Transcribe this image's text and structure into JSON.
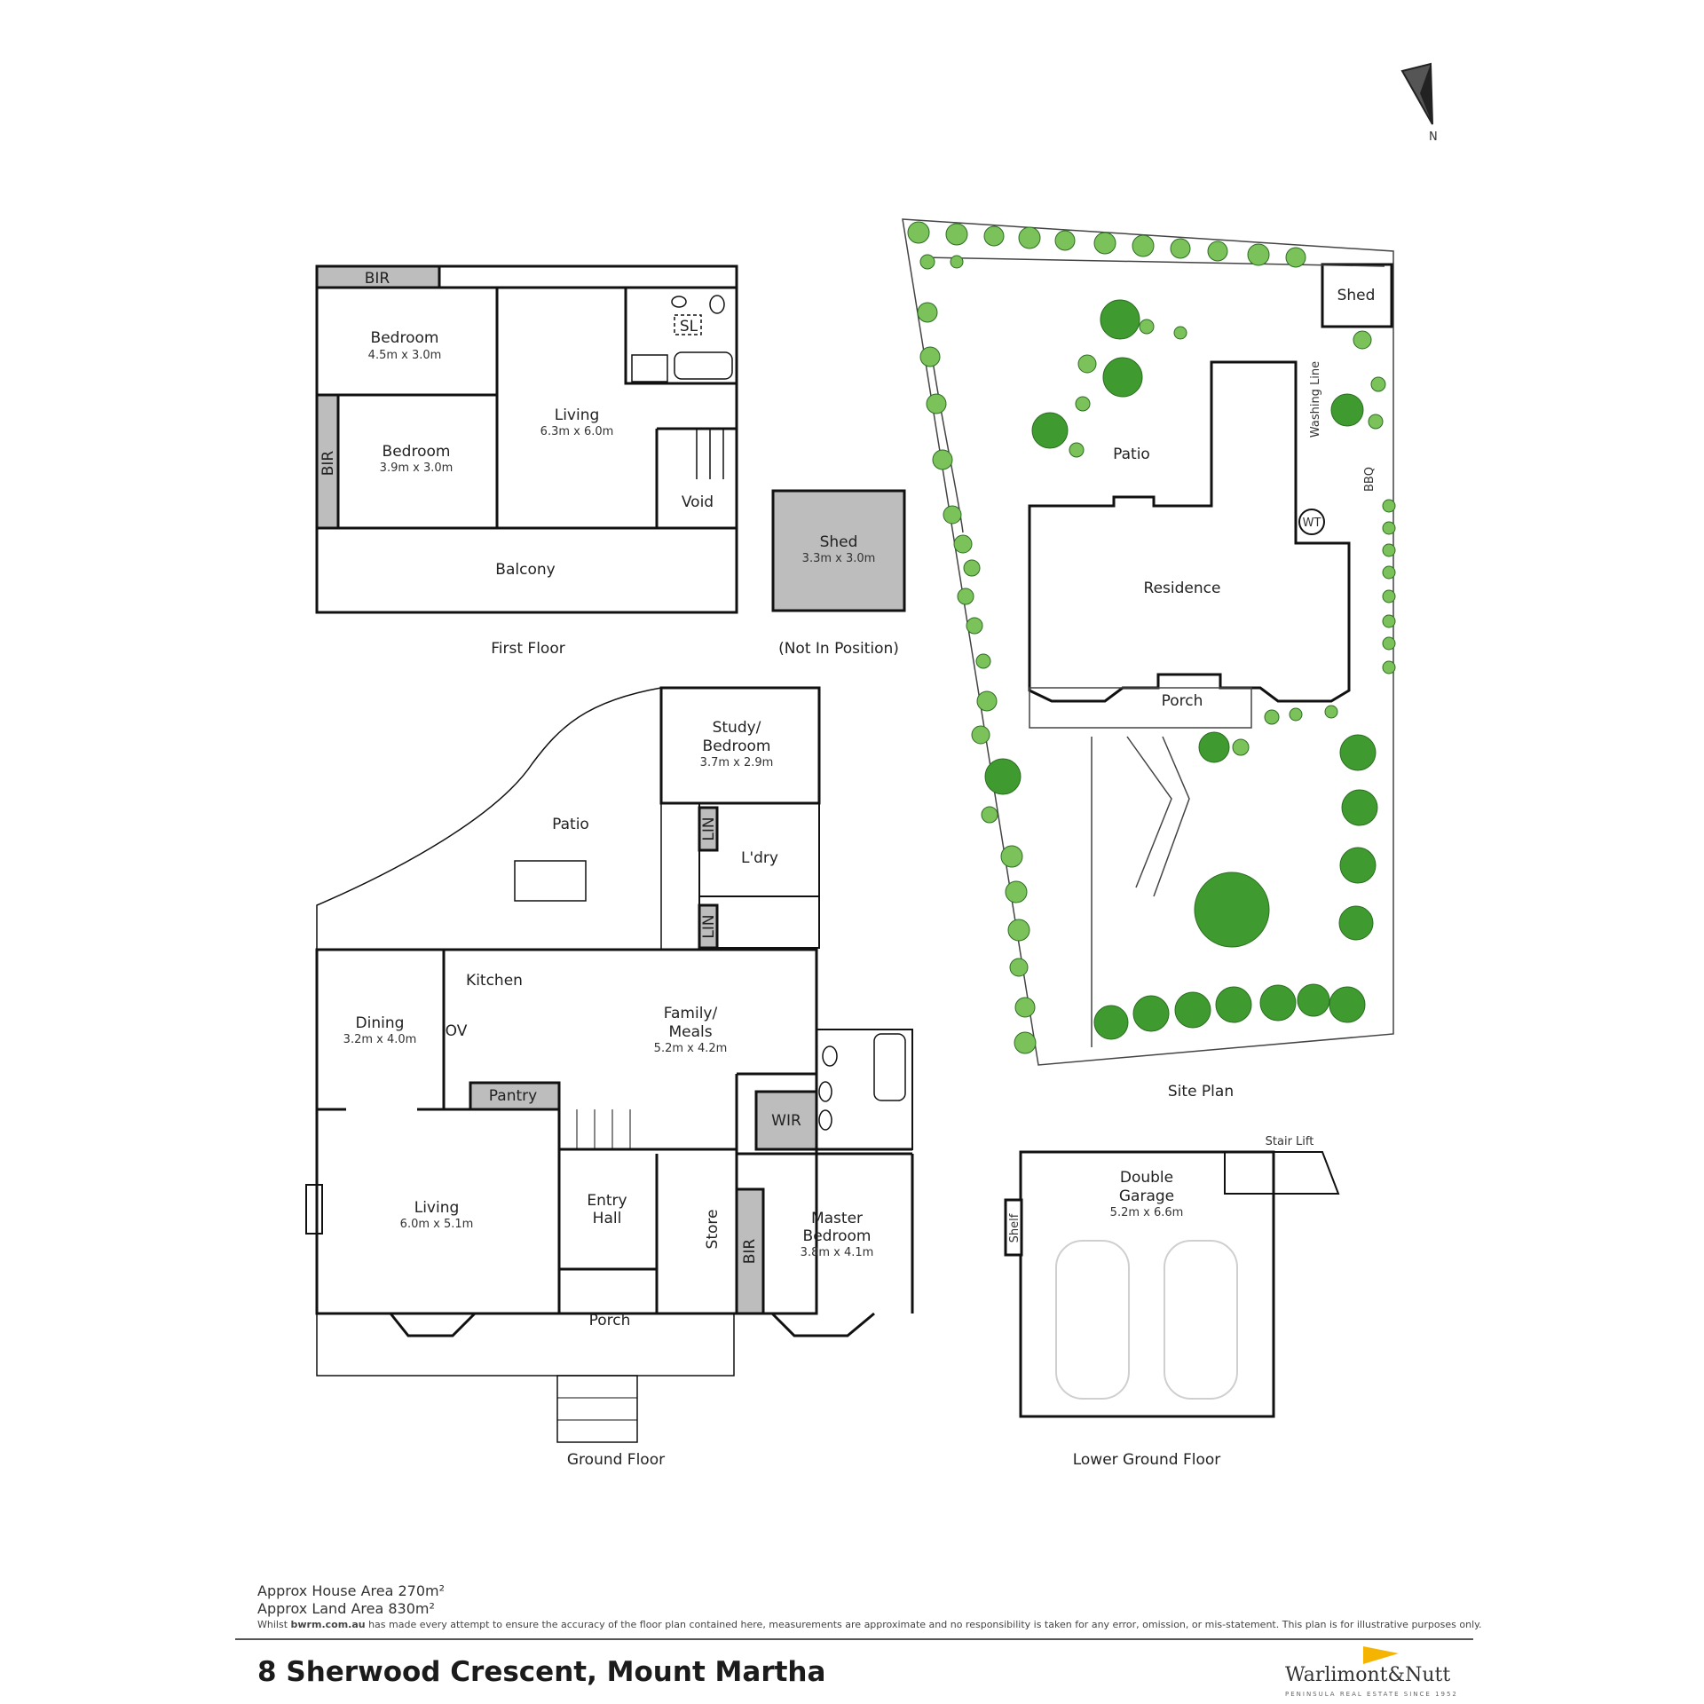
{
  "north_label": "N",
  "first_floor": {
    "caption": "First Floor",
    "rooms": {
      "bir_top": "BIR",
      "bedroom1": {
        "name": "Bedroom",
        "dims": "4.5m x 3.0m"
      },
      "bedroom2": {
        "name": "Bedroom",
        "dims": "3.9m x 3.0m"
      },
      "bir_side": "BIR",
      "living": {
        "name": "Living",
        "dims": "6.3m x 6.0m"
      },
      "sl": "SL",
      "void": "Void",
      "balcony": "Balcony"
    }
  },
  "shed": {
    "name": "Shed",
    "dims": "3.3m x 3.0m",
    "caption": "(Not In Position)"
  },
  "ground_floor": {
    "caption": "Ground Floor",
    "rooms": {
      "study": {
        "line1": "Study/",
        "line2": "Bedroom",
        "dims": "3.7m x 2.9m"
      },
      "patio": "Patio",
      "lin1": "LIN",
      "lin2": "LIN",
      "laundry": "L'dry",
      "kitchen": "Kitchen",
      "family": {
        "line1": "Family/",
        "line2": "Meals",
        "dims": "5.2m x 4.2m"
      },
      "dining": {
        "name": "Dining",
        "dims": "3.2m x 4.0m"
      },
      "ov": "OV",
      "pantry": "Pantry",
      "wir": "WIR",
      "living": {
        "name": "Living",
        "dims": "6.0m x 5.1m"
      },
      "entry": {
        "line1": "Entry",
        "line2": "Hall"
      },
      "store": "Store",
      "bir": "BIR",
      "master": {
        "line1": "Master",
        "line2": "Bedroom",
        "dims": "3.8m x 4.1m"
      },
      "porch": "Porch"
    }
  },
  "site_plan": {
    "caption": "Site Plan",
    "labels": {
      "shed": "Shed",
      "washing_line": "Washing Line",
      "patio": "Patio",
      "bbq": "BBQ",
      "wt": "WT",
      "residence": "Residence",
      "porch": "Porch"
    }
  },
  "lower_ground": {
    "caption": "Lower Ground Floor",
    "rooms": {
      "stair_lift": "Stair Lift",
      "garage": {
        "line1": "Double",
        "line2": "Garage",
        "dims": "5.2m x 6.6m"
      },
      "shelf": "Shelf"
    }
  },
  "footer": {
    "house_area": "Approx House Area 270m²",
    "land_area": "Approx Land Area 830m²",
    "disclaimer_pre": "Whilst ",
    "disclaimer_site": "bwrm.com.au",
    "disclaimer_post": " has made every attempt to ensure the accuracy of the floor plan contained here, measurements are approximate and no responsibility is taken for any error, omission, or mis-statement. This plan is for illustrative purposes only.",
    "address": "8 Sherwood Crescent, Mount Martha"
  },
  "brand": {
    "name": "Warlimont&Nutt",
    "tagline": "PENINSULA REAL ESTATE SINCE 1952",
    "accent": "#f5b400"
  },
  "colors": {
    "wall": "#111111",
    "fill_grey": "#bdbdbd",
    "tree_green": "#3f9b2f",
    "tree_light": "#7cc25a"
  }
}
